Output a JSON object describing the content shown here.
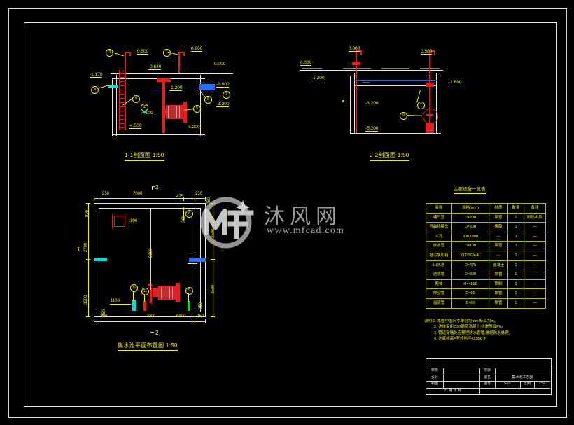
{
  "app": {
    "background": "#000000",
    "frame_color": "#e8e8e8"
  },
  "watermark": {
    "text": "沐风网",
    "url": "www.mfcad.com",
    "logo": "mf-logo-icon"
  },
  "views": {
    "section_1_1": {
      "title": "1-1剖面图 1:50",
      "elevations": [
        "0.500",
        "0.800",
        "0.000",
        "-0.640",
        "-1.170",
        "-1.200",
        "-1.600",
        "-3.200",
        "-4.100",
        "-4.500",
        "-5.200"
      ],
      "bubbles": [
        "3",
        "1",
        "4",
        "8",
        "2",
        "5",
        "6",
        "7"
      ]
    },
    "section_2_2": {
      "title": "2-2剖面图 1:50",
      "elevations": [
        "0.800",
        "0.500",
        "0.000",
        "-1.200",
        "-1.600",
        "-3.200",
        "-5.200"
      ],
      "bubbles": [
        "7",
        "9"
      ]
    },
    "plan": {
      "title": "集水池平面布置图 1:50",
      "marker_top": "2",
      "marker_left": "1",
      "marker_right": "1",
      "marker_bottom": "2",
      "dims_top": [
        "250",
        "7000",
        "475",
        "250"
      ],
      "dims_bottom": [
        "250",
        "7000",
        "6900",
        "250"
      ],
      "dims_left": [
        "800",
        "250",
        "2700",
        "3500",
        "250"
      ],
      "dims_right": [
        "3500",
        "3500",
        "250"
      ],
      "dims_inner": [
        "5300",
        "1800",
        "1100",
        "300"
      ],
      "bubbles": [
        "10",
        "11",
        "9",
        "6"
      ]
    }
  },
  "material_table": {
    "title": "主要设备一览表",
    "headers": [
      "名称",
      "规格(mm)",
      "材质",
      "数量",
      "备注"
    ],
    "rows": [
      {
        "name": "通气管",
        "spec": "D=200",
        "material": "钢管",
        "qty": "2",
        "remark": "附防虫网"
      },
      {
        "name": "可曲挠接头",
        "spec": "D=200",
        "material": "橡胶",
        "qty": "1",
        "remark": "—"
      },
      {
        "name": "人孔",
        "spec": "800X800",
        "material": "—",
        "qty": "1",
        "remark": "—"
      },
      {
        "name": "放水管",
        "spec": "D=100",
        "material": "钢管",
        "qty": "1",
        "remark": "—"
      },
      {
        "name": "潜污泵机组",
        "spec": "QJ350/4-F",
        "material": "—",
        "qty": "1",
        "remark": "—"
      },
      {
        "name": "出水池",
        "spec": "D=475",
        "material": "混凝土",
        "qty": "1",
        "remark": "—"
      },
      {
        "name": "进水管",
        "spec": "D=300",
        "material": "钢管",
        "qty": "1",
        "remark": "—"
      },
      {
        "name": "爬梯",
        "spec": "H=4500",
        "material": "钢制",
        "qty": "1",
        "remark": "—"
      },
      {
        "name": "排空管",
        "spec": "D=80",
        "material": "钢管",
        "qty": "1",
        "remark": "—"
      },
      {
        "name": "溢流管",
        "spec": "D=80",
        "material": "钢管",
        "qty": "1",
        "remark": "—"
      }
    ]
  },
  "notes": {
    "label": "说明:",
    "items": [
      "1. 本图中图尺寸单位为mm,标高为m。",
      "2. 池体采用C30钢筋混凝土,抗渗等级P6。",
      "3. 管道穿墙处应预埋防水套管,做好防水处理。",
      "4. 池底标高=室外地坪-0.950 m"
    ]
  },
  "title_block": {
    "rows": [
      {
        "label": "审核",
        "value": "",
        "label2": "项目",
        "value2": ""
      },
      {
        "label": "设计",
        "value": "",
        "label2": "图名",
        "value2": "集水池工艺图"
      },
      {
        "label": "制图",
        "value": "",
        "label2": "图号",
        "value2": "S-01",
        "extra": "比例",
        "extra2": "1:50"
      },
      {
        "label": "日 期 年 月",
        "value": "",
        "label2": "",
        "value2": ""
      }
    ]
  }
}
